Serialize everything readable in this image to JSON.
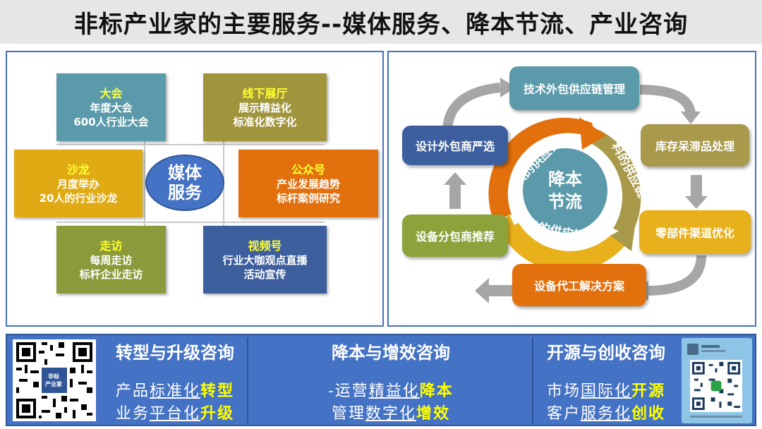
{
  "title": "非标产业家的主要服务--媒体服务、降本节流、产业咨询",
  "media": {
    "center": [
      "媒体",
      "服务"
    ],
    "boxes": {
      "dahui": {
        "head": "大会",
        "lines": [
          "年度大会",
          "600人行业大会"
        ]
      },
      "xianxia": {
        "head": "线下展厅",
        "lines": [
          "展示精益化",
          "标准化数字化"
        ]
      },
      "shalong": {
        "head": "沙龙",
        "lines": [
          "月度举办",
          "20人的行业沙龙"
        ]
      },
      "gongzhonghao": {
        "head": "公众号",
        "lines": [
          "产业发展趋势",
          "标杆案例研究"
        ]
      },
      "zoufang": {
        "head": "走访",
        "lines": [
          "每周走访",
          "标杆企业走访"
        ]
      },
      "shipinhao": {
        "head": "视频号",
        "lines": [
          "行业大咖观点直播",
          "活动宣传"
        ]
      }
    },
    "colors": {
      "teal": "#5b9aaa",
      "olive": "#a0943c",
      "gold": "#e0aa14",
      "orange": "#e2700c",
      "green": "#8b9a3a",
      "navy": "#3d5f9e"
    }
  },
  "cycle": {
    "center": [
      "降本",
      "节流"
    ],
    "chains": {
      "ren": "人的供应链",
      "liao": "料的供应链",
      "ji": "机的供应链"
    },
    "nodes": {
      "top": "技术外包供应链管理",
      "right_top": "库存呆滞品处理",
      "right_bottom": "零部件渠道优化",
      "bottom": "设备代工解决方案",
      "left_bottom": "设备分包商推荐",
      "left_top": "设计外包商严选"
    },
    "node_colors": {
      "teal": "#5b9aaa",
      "olive": "#a89a4a",
      "gold": "#e8b01a",
      "orange": "#e2700c",
      "green": "#8ba33a",
      "navy": "#3d5f9e"
    }
  },
  "consult": {
    "col1": {
      "title": "转型与升级咨询",
      "line1": [
        "产品",
        "标准化",
        "转型"
      ],
      "line2": [
        "业务",
        "平台化",
        "升级"
      ]
    },
    "col2": {
      "title": "降本与增效咨询",
      "line1": [
        "-运营",
        "精益化",
        "降本"
      ],
      "line2": [
        "管理",
        "数字化",
        "增效"
      ]
    },
    "col3": {
      "title": "开源与创收咨询",
      "line1": [
        "市场",
        "国际化",
        "开源"
      ],
      "line2": [
        "客户",
        "服务化",
        "创收"
      ]
    },
    "qr_logo": [
      "非标",
      "产业家"
    ]
  }
}
